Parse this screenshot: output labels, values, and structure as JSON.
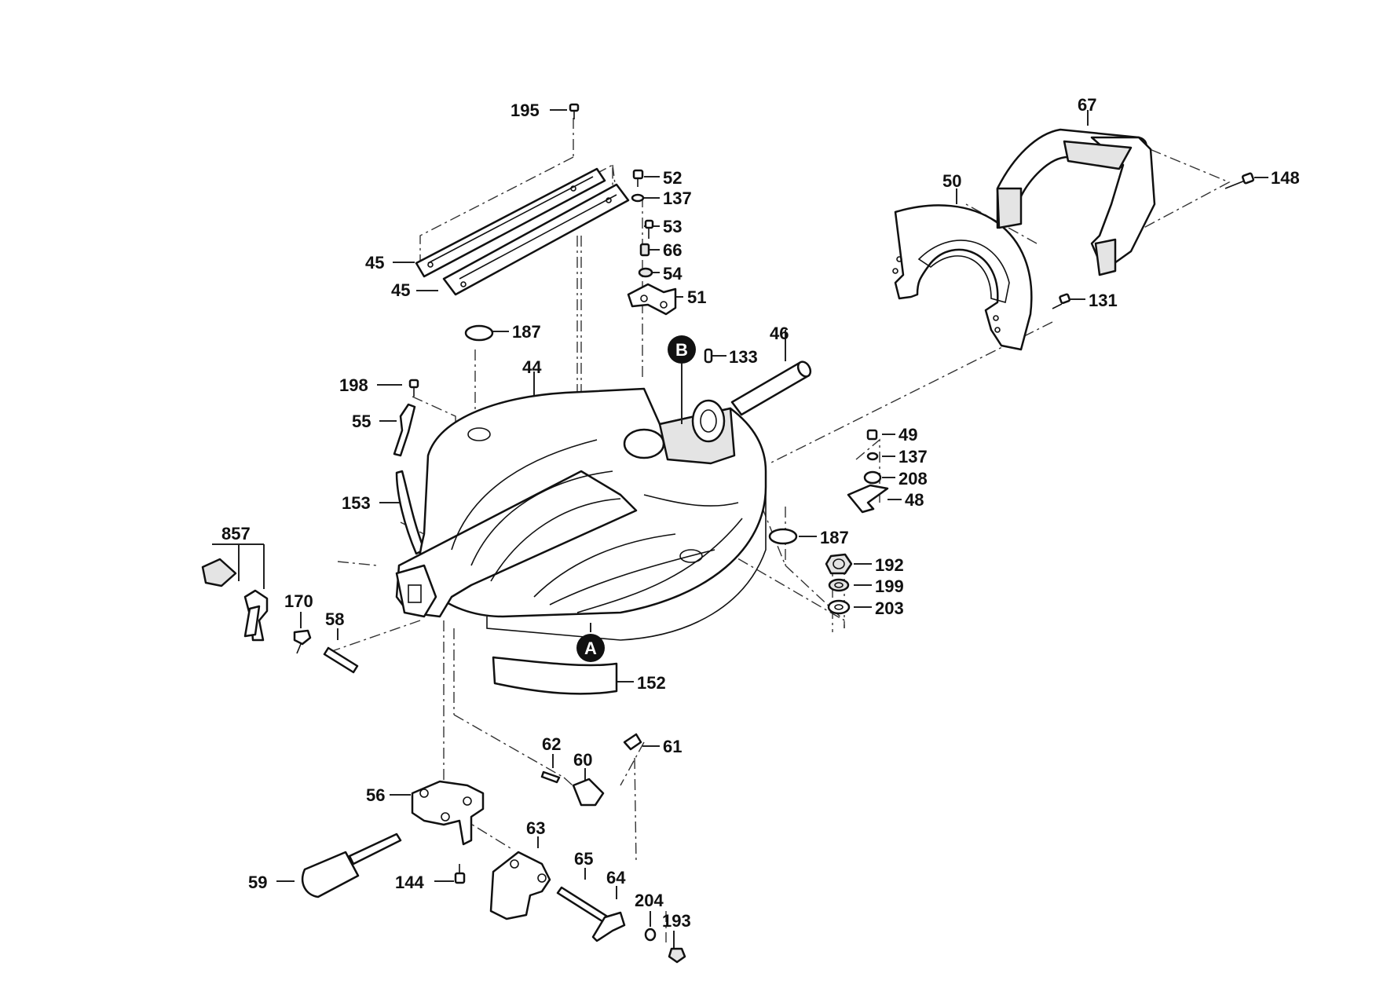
{
  "callouts": [
    {
      "id": "c195",
      "text": "195"
    },
    {
      "id": "c67",
      "text": "67"
    },
    {
      "id": "c52",
      "text": "52"
    },
    {
      "id": "c137a",
      "text": "137"
    },
    {
      "id": "c50",
      "text": "50"
    },
    {
      "id": "c148",
      "text": "148"
    },
    {
      "id": "c53",
      "text": "53"
    },
    {
      "id": "c66",
      "text": "66"
    },
    {
      "id": "c45a",
      "text": "45"
    },
    {
      "id": "c54",
      "text": "54"
    },
    {
      "id": "c45b",
      "text": "45"
    },
    {
      "id": "c51",
      "text": "51"
    },
    {
      "id": "c131",
      "text": "131"
    },
    {
      "id": "c187a",
      "text": "187"
    },
    {
      "id": "c46",
      "text": "46"
    },
    {
      "id": "c133",
      "text": "133"
    },
    {
      "id": "c44",
      "text": "44"
    },
    {
      "id": "c198",
      "text": "198"
    },
    {
      "id": "c49",
      "text": "49"
    },
    {
      "id": "c55",
      "text": "55"
    },
    {
      "id": "c137b",
      "text": "137"
    },
    {
      "id": "c208",
      "text": "208"
    },
    {
      "id": "c48",
      "text": "48"
    },
    {
      "id": "c153",
      "text": "153"
    },
    {
      "id": "c187b",
      "text": "187"
    },
    {
      "id": "c857",
      "text": "857"
    },
    {
      "id": "c192",
      "text": "192"
    },
    {
      "id": "c199",
      "text": "199"
    },
    {
      "id": "c170",
      "text": "170"
    },
    {
      "id": "c203",
      "text": "203"
    },
    {
      "id": "c58",
      "text": "58"
    },
    {
      "id": "c152",
      "text": "152"
    },
    {
      "id": "c62",
      "text": "62"
    },
    {
      "id": "c61",
      "text": "61"
    },
    {
      "id": "c60",
      "text": "60"
    },
    {
      "id": "c56",
      "text": "56"
    },
    {
      "id": "c63",
      "text": "63"
    },
    {
      "id": "c65",
      "text": "65"
    },
    {
      "id": "c59",
      "text": "59"
    },
    {
      "id": "c144",
      "text": "144"
    },
    {
      "id": "c64",
      "text": "64"
    },
    {
      "id": "c204",
      "text": "204"
    },
    {
      "id": "c193",
      "text": "193"
    }
  ],
  "markers": [
    {
      "id": "mA",
      "text": "A"
    },
    {
      "id": "mB",
      "text": "B"
    }
  ]
}
